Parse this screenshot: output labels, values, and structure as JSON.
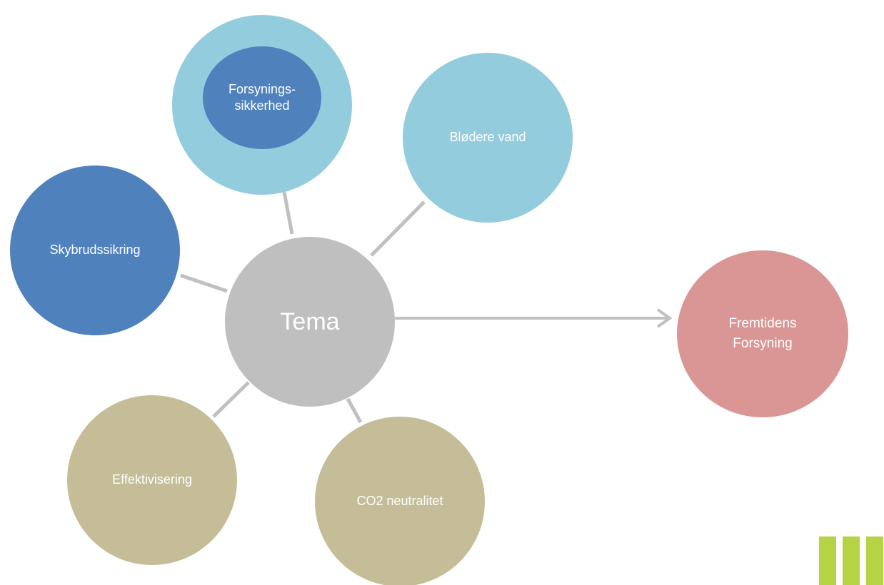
{
  "center": {
    "label": "Tema"
  },
  "themes": {
    "forsyningssikkerhed": {
      "line1": "Forsynings-",
      "line2": "sikkerhed"
    },
    "blodere_vand": {
      "label": "Blødere vand"
    },
    "skybrudssikring": {
      "label": "Skybrudssikring"
    },
    "effektivisering": {
      "label": "Effektivisering"
    },
    "co2_neutralitet": {
      "label": "CO2 neutralitet"
    }
  },
  "outcome": {
    "line1": "Fremtidens",
    "line2": "Forsyning"
  },
  "colors": {
    "dark_blue": "#4f81bd",
    "light_blue": "#93cddd",
    "khaki": "#c4bd97",
    "grey": "#bfbfbf",
    "rose": "#d99694",
    "connector": "#c0c0c0",
    "logo_green": "#b5d445"
  },
  "logo": {
    "icon": "three-green-bars-logo"
  }
}
